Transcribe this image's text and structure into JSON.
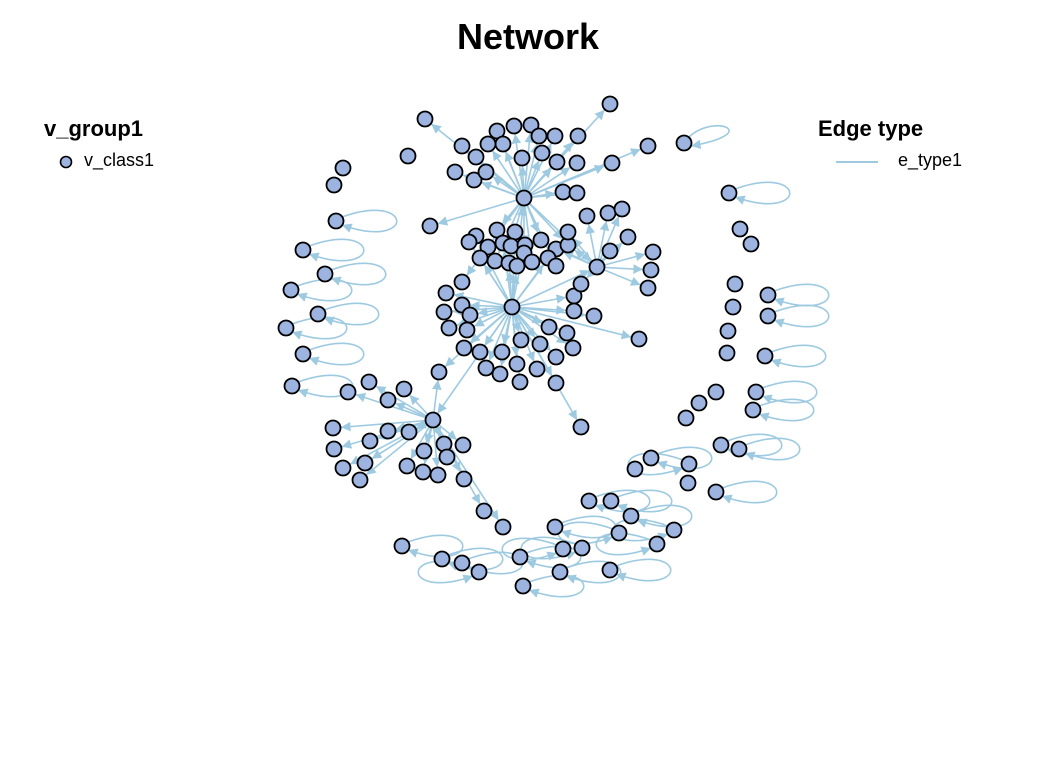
{
  "title": "Network",
  "legend_left": {
    "title": "v_group1",
    "items": [
      {
        "label": "v_class1",
        "color": "#9DB4E0"
      }
    ]
  },
  "legend_right": {
    "title": "Edge type",
    "items": [
      {
        "label": "e_type1",
        "color": "#9ECAE1"
      }
    ]
  },
  "colors": {
    "node_fill": "#9DB4E0",
    "node_stroke": "#000000",
    "edge": "#9ECAE1"
  }
}
